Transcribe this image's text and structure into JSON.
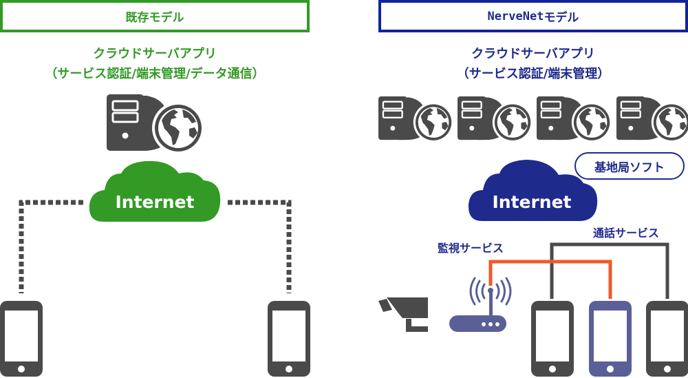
{
  "left_panel": {
    "title": "既存モデル",
    "caption_line1": "クラウドサーバアプリ",
    "caption_line2": "（サービス認証/端末管理/データ通信）",
    "cloud_label": "Internet",
    "accent_color": "#329a25",
    "servers": 1,
    "devices": [
      "smartphone",
      "smartphone"
    ],
    "connection_style": "dotted"
  },
  "right_panel": {
    "title_latin": "NerveNet",
    "title_jp": "モデル",
    "caption_line1": "クラウドサーバアプリ",
    "caption_line2": "（サービス認証/端末管理）",
    "cloud_label": "Internet",
    "base_station_label": "基地局ソフト",
    "monitoring_label": "監視サービス",
    "call_label": "通話サービス",
    "accent_color": "#1e2a8c",
    "monitoring_line_color": "#ef5a28",
    "call_line_color": "#4a4a4a",
    "device_highlight_color": "#5a5f98",
    "servers": 4,
    "devices": [
      "security-camera",
      "wifi-router",
      "smartphone",
      "smartphone-highlighted",
      "smartphone"
    ]
  },
  "icon_color": "#4a4a4a"
}
